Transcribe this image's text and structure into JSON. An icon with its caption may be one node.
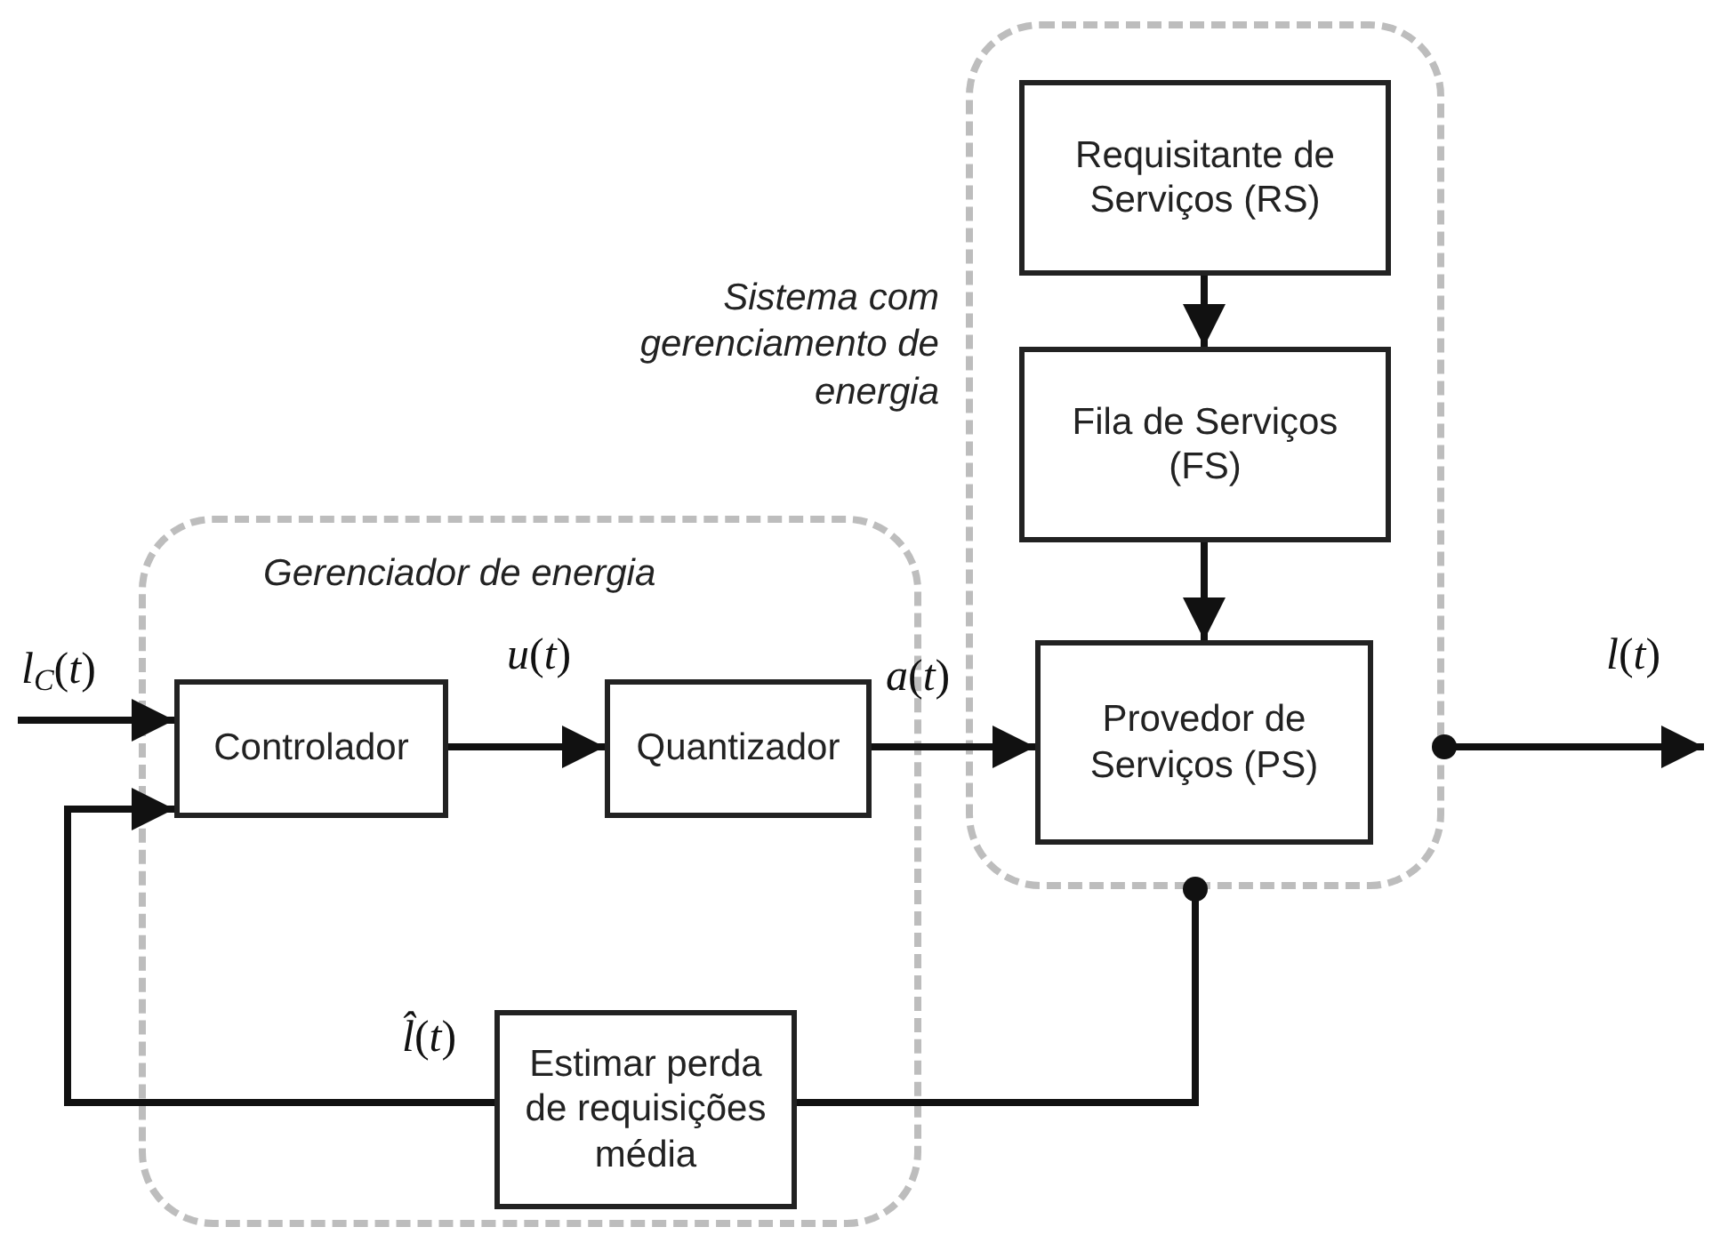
{
  "diagram": {
    "nodes": [
      {
        "text": [
          "Sistema com gerenciamento de energia"
        ]
      },
      {
        "text": [
          "Requisitante de Serviços (RS)"
        ],
        "in": 0
      },
      {
        "text": [
          "Fila de Serviços (FS)"
        ],
        "in": 0
      },
      {
        "text": [
          "Provedor de Serviços (PS)"
        ],
        "in": 0
      },
      {
        "text": [
          "Gerenciador de energia"
        ]
      },
      {
        "text": [
          "Controlador"
        ],
        "in": 4
      },
      {
        "text": [
          "Quantizador"
        ],
        "in": 4
      },
      {
        "text": [
          "Estimar perda de requisições média"
        ],
        "in": 4
      }
    ],
    "edges": [
      {
        "from": null,
        "to": 5,
        "arrow": "to",
        "label": "*l*$_{C}$(*t*)"
      },
      {
        "from": 5,
        "to": 6,
        "arrow": "to",
        "label": "*u*(*t*)"
      },
      {
        "from": 6,
        "to": 3,
        "arrow": "to",
        "label": "*a*(*t*)"
      },
      {
        "from": 1,
        "to": 2,
        "arrow": "to"
      },
      {
        "from": 2,
        "to": 3,
        "arrow": "to"
      },
      {
        "from": 0,
        "to": null,
        "arrow": "to",
        "label": "*l*(*t*)"
      },
      {
        "from": 0,
        "to": 7,
        "arrow": "other"
      },
      {
        "from": 7,
        "to": 5,
        "arrow": "to",
        "label": "*l̂*(*t*)"
      }
    ]
  }
}
